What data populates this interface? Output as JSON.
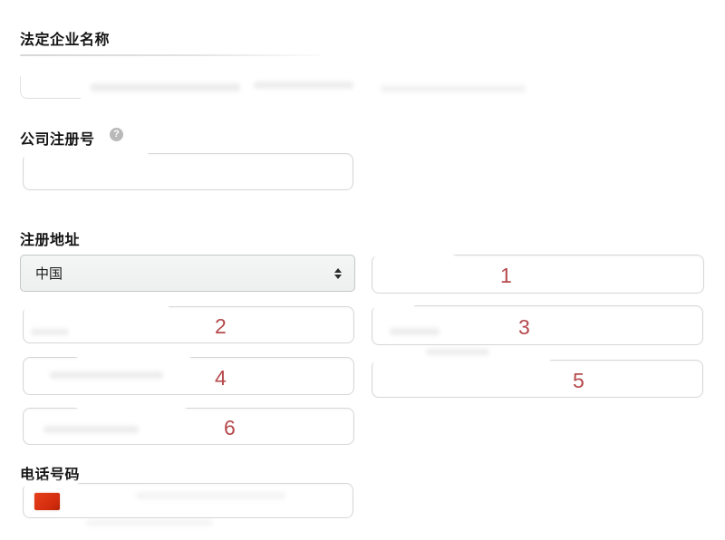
{
  "colors": {
    "annotation_red": "#b5494c",
    "flag_red": "#d12c0d",
    "label_text": "#141414",
    "select_background": "#f1f2f2",
    "input_border": "#d6d6d6"
  },
  "legal_name_section": {
    "label": "法定企业名称"
  },
  "company_reg_section": {
    "label": "公司注册号",
    "help_icon_glyph": "?",
    "input_value": ""
  },
  "address_section": {
    "label": "注册地址",
    "country_select": {
      "selected": "中国"
    },
    "address_fields": [
      {
        "annotation": "1"
      },
      {
        "annotation": "2"
      },
      {
        "annotation": "3"
      },
      {
        "annotation": "4"
      },
      {
        "annotation": "5"
      },
      {
        "annotation": "6"
      }
    ]
  },
  "phone_section": {
    "label": "电话号码",
    "flag_icon": "china-flag",
    "input_value": ""
  }
}
